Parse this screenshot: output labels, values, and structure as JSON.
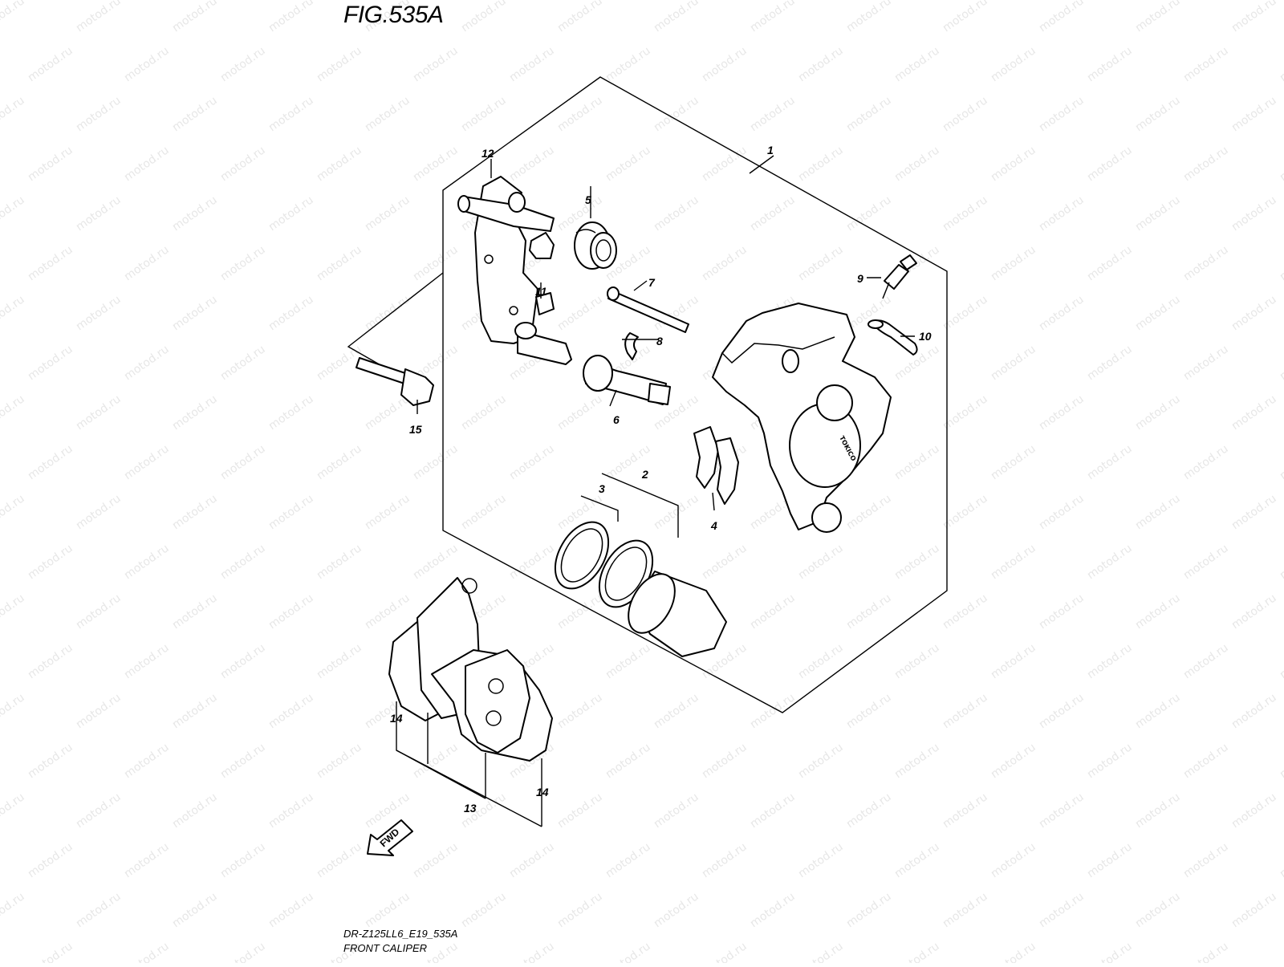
{
  "figure": {
    "title": "FIG.535A",
    "model_code": "DR-Z125LL6_E19_535A",
    "subtitle": "FRONT CALIPER",
    "watermark": "motod.ru",
    "fwd_label": "FWD",
    "caliper_brand": "TOKICO"
  },
  "callouts": {
    "c1": "1",
    "c2": "2",
    "c3": "3",
    "c4": "4",
    "c5": "5",
    "c6": "6",
    "c7": "7",
    "c8": "8",
    "c9": "9",
    "c10": "10",
    "c11": "11",
    "c12": "12",
    "c13": "13",
    "c14a": "14",
    "c14b": "14",
    "c15": "15"
  }
}
